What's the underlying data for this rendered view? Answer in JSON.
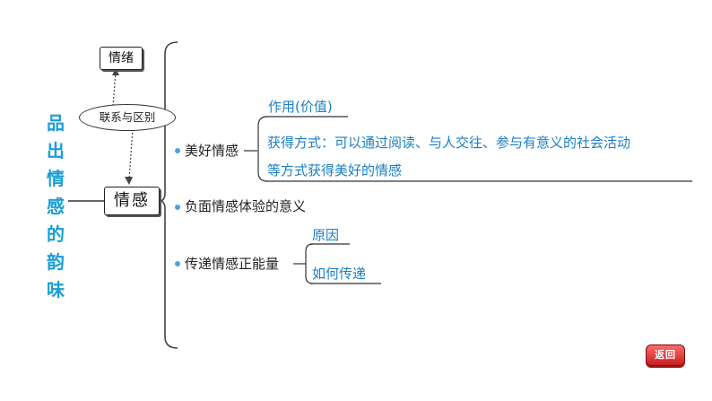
{
  "title_chars": [
    "品",
    "出",
    "情",
    "感",
    "的",
    "韵",
    "味"
  ],
  "nodes": {
    "qingxu": "情绪",
    "relation": "联系与区别",
    "qinggan": "情感"
  },
  "branches": {
    "b1": {
      "label": "美好情感",
      "sub1": "作用(价值)",
      "sub2_line1": "获得方式：可以通过阅读、与人交往、参与有意义的社会活动",
      "sub2_line2": "等方式获得美好的情感"
    },
    "b2": {
      "label": "负面情感体验的意义"
    },
    "b3": {
      "label": "传递情感正能量",
      "sub1": "原因",
      "sub2": "如何传递"
    }
  },
  "back_button": "返回",
  "colors": {
    "title": "#1a9fd6",
    "sub_text": "#1a7fc4",
    "bullet": "#4aa3df",
    "back_button": "#d92b2b"
  }
}
